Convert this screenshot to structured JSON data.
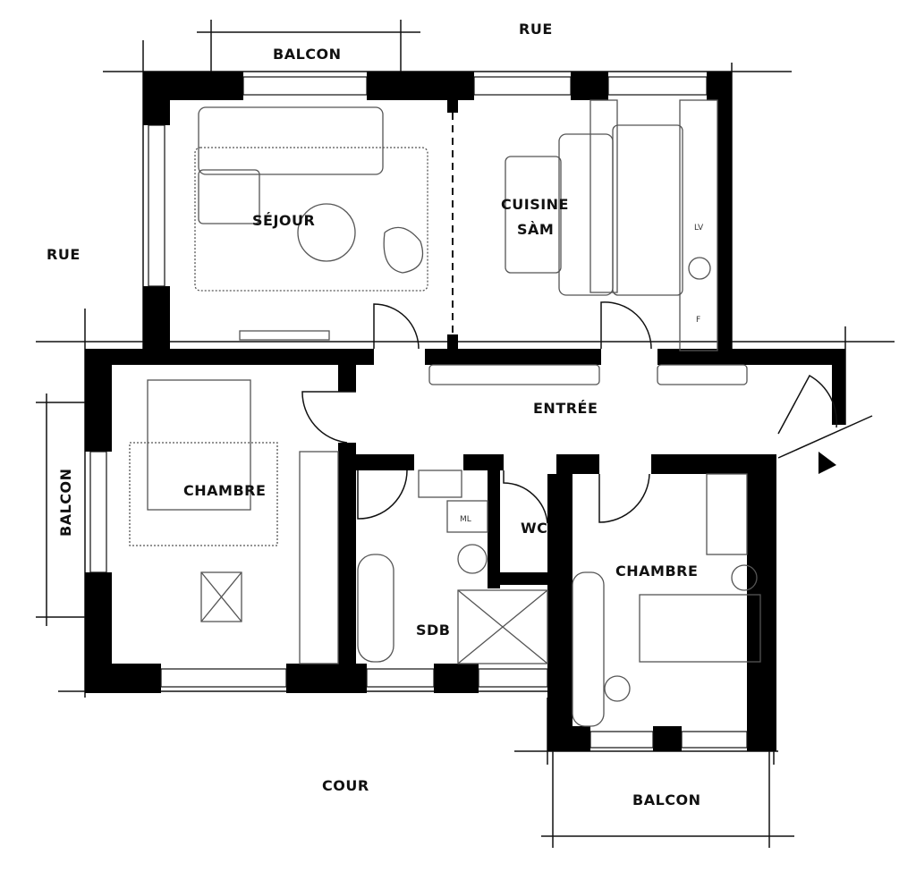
{
  "title": "Plan d'appartement",
  "labels": {
    "rue_top": "RUE",
    "rue_left": "RUE",
    "balcon_top": "BALCON",
    "balcon_left": "BALCON",
    "balcon_bottom": "BALCON",
    "cour": "COUR",
    "sejour": "SÉJOUR",
    "cuisine_line1": "CUISINE",
    "cuisine_line2": "SÀM",
    "entree": "ENTRÉE",
    "chambre_left": "CHAMBRE",
    "chambre_right": "CHAMBRE",
    "wc": "WC",
    "sdb": "SDB",
    "ml": "ML",
    "lv": "LV",
    "f": "F"
  }
}
